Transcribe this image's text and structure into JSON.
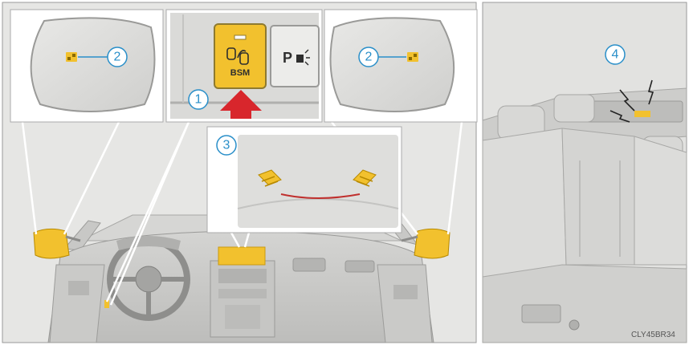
{
  "callouts": {
    "c1": "1",
    "c2_left": "2",
    "c2_right": "2",
    "c3": "3",
    "c4": "4"
  },
  "buttons": {
    "bsm_label": "BSM",
    "parking_label": "P"
  },
  "image_code": "CLY45BR34",
  "colors": {
    "indicator_yellow": "#f2c12e",
    "callout_blue": "#2a8fc9",
    "arrow_red": "#d8262c",
    "panel_bg": "#e4e4e2"
  },
  "icons": [
    "bsm-indicator-icon",
    "bsm-button-icon",
    "parking-sensor-icon",
    "arrow-icon",
    "wireless-signal-icon"
  ]
}
